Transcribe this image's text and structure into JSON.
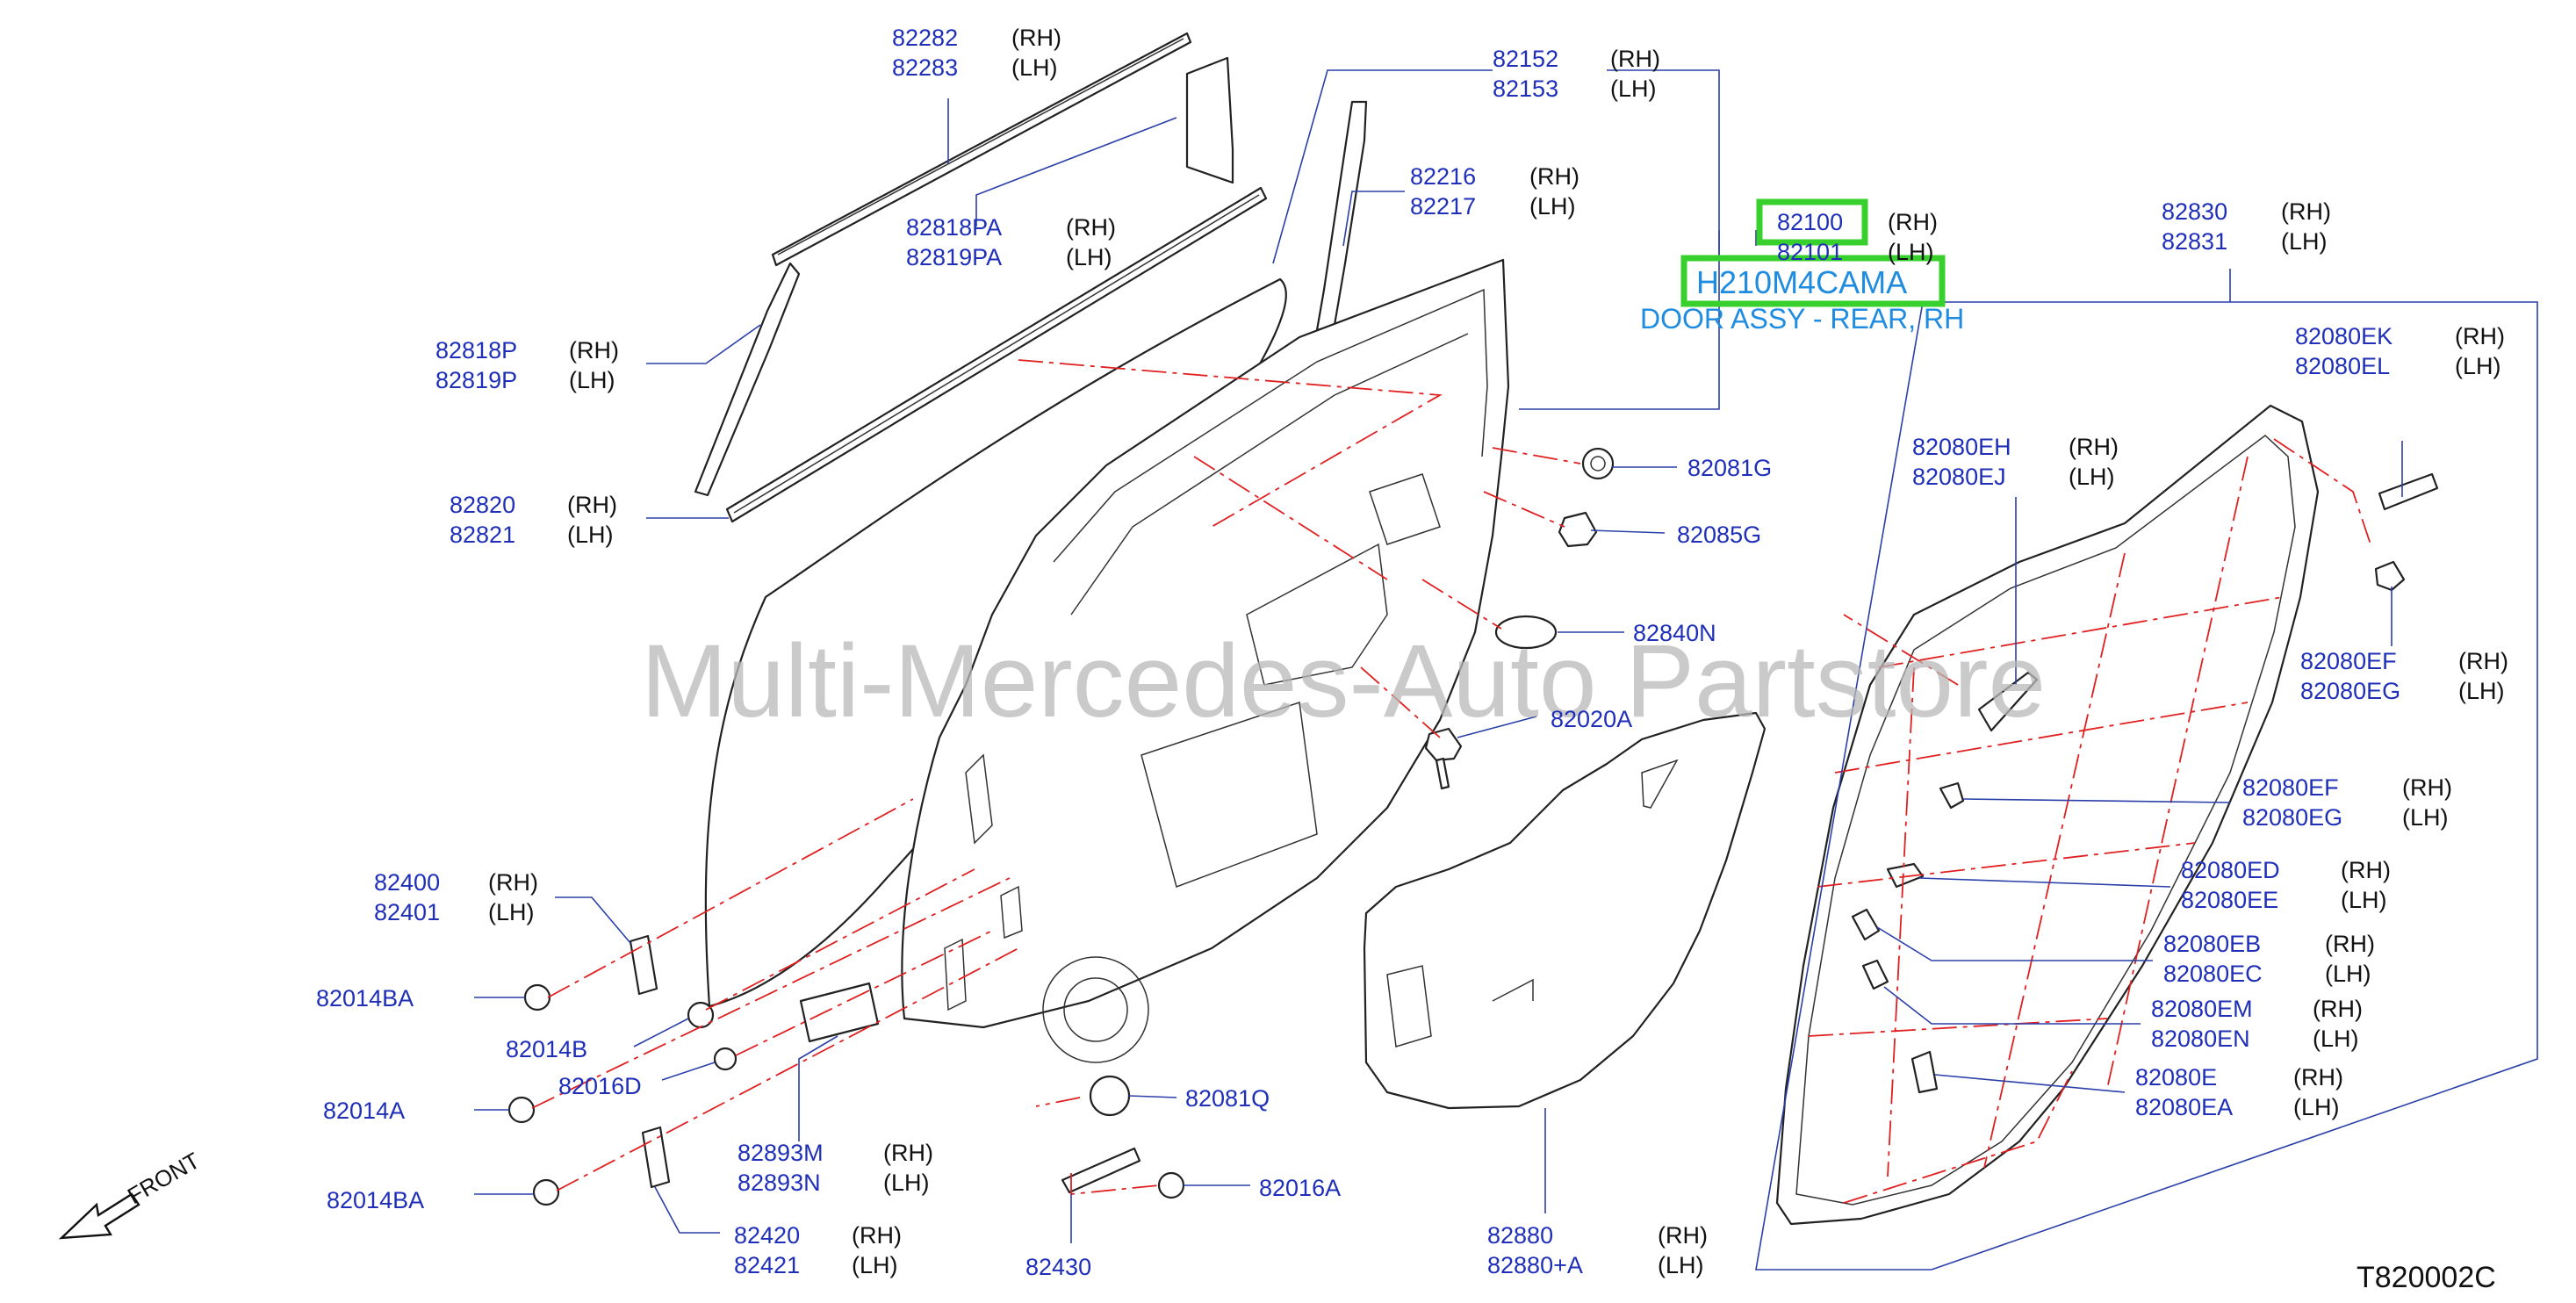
{
  "highlight": {
    "part_number": "H210M4CAMA",
    "description": "DOOR ASSY - REAR, RH"
  },
  "watermark": "Multi-Mercedes-Auto Partstore",
  "diagram_code": "T820002C",
  "front_label": "FRONT",
  "labels": [
    {
      "id": "l82282",
      "pn": "82282",
      "side": "(RH)"
    },
    {
      "id": "l82283",
      "pn": "82283",
      "side": "(LH)"
    },
    {
      "id": "l82152",
      "pn": "82152",
      "side": "(RH)"
    },
    {
      "id": "l82153",
      "pn": "82153",
      "side": "(LH)"
    },
    {
      "id": "l82216",
      "pn": "82216",
      "side": "(RH)"
    },
    {
      "id": "l82217",
      "pn": "82217",
      "side": "(LH)"
    },
    {
      "id": "l82100",
      "pn": "82100",
      "side": "(RH)"
    },
    {
      "id": "l82101",
      "pn": "82101",
      "side": "(LH)"
    },
    {
      "id": "l82830",
      "pn": "82830",
      "side": "(RH)"
    },
    {
      "id": "l82831",
      "pn": "82831",
      "side": "(LH)"
    },
    {
      "id": "l82818PA",
      "pn": "82818PA",
      "side": "(RH)"
    },
    {
      "id": "l82819PA",
      "pn": "82819PA",
      "side": "(LH)"
    },
    {
      "id": "l82818P",
      "pn": "82818P",
      "side": "(RH)"
    },
    {
      "id": "l82819P",
      "pn": "82819P",
      "side": "(LH)"
    },
    {
      "id": "l82820",
      "pn": "82820",
      "side": "(RH)"
    },
    {
      "id": "l82821",
      "pn": "82821",
      "side": "(LH)"
    },
    {
      "id": "l82080EK",
      "pn": "82080EK",
      "side": "(RH)"
    },
    {
      "id": "l82080EL",
      "pn": "82080EL",
      "side": "(LH)"
    },
    {
      "id": "l82080EH",
      "pn": "82080EH",
      "side": "(RH)"
    },
    {
      "id": "l82080EJ",
      "pn": "82080EJ",
      "side": "(LH)"
    },
    {
      "id": "l82081G",
      "pn": "82081G",
      "side": ""
    },
    {
      "id": "l82085G",
      "pn": "82085G",
      "side": ""
    },
    {
      "id": "l82840N",
      "pn": "82840N",
      "side": ""
    },
    {
      "id": "l82020A",
      "pn": "82020A",
      "side": ""
    },
    {
      "id": "l82080EF1",
      "pn": "82080EF",
      "side": "(RH)"
    },
    {
      "id": "l82080EG1",
      "pn": "82080EG",
      "side": "(LH)"
    },
    {
      "id": "l82080EF2",
      "pn": "82080EF",
      "side": "(RH)"
    },
    {
      "id": "l82080EG2",
      "pn": "82080EG",
      "side": "(LH)"
    },
    {
      "id": "l82080ED",
      "pn": "82080ED",
      "side": "(RH)"
    },
    {
      "id": "l82080EE",
      "pn": "82080EE",
      "side": "(LH)"
    },
    {
      "id": "l82080EB",
      "pn": "82080EB",
      "side": "(RH)"
    },
    {
      "id": "l82080EC",
      "pn": "82080EC",
      "side": "(LH)"
    },
    {
      "id": "l82080EM",
      "pn": "82080EM",
      "side": "(RH)"
    },
    {
      "id": "l82080EN",
      "pn": "82080EN",
      "side": "(LH)"
    },
    {
      "id": "l82080E",
      "pn": "82080E",
      "side": "(RH)"
    },
    {
      "id": "l82080EA",
      "pn": "82080EA",
      "side": "(LH)"
    },
    {
      "id": "l82400",
      "pn": "82400",
      "side": "(RH)"
    },
    {
      "id": "l82401",
      "pn": "82401",
      "side": "(LH)"
    },
    {
      "id": "l82014BA1",
      "pn": "82014BA",
      "side": ""
    },
    {
      "id": "l82014B",
      "pn": "82014B",
      "side": ""
    },
    {
      "id": "l82016D",
      "pn": "82016D",
      "side": ""
    },
    {
      "id": "l82014A",
      "pn": "82014A",
      "side": ""
    },
    {
      "id": "l82014BA2",
      "pn": "82014BA",
      "side": ""
    },
    {
      "id": "l82893M",
      "pn": "82893M",
      "side": "(RH)"
    },
    {
      "id": "l82893N",
      "pn": "82893N",
      "side": "(LH)"
    },
    {
      "id": "l82420",
      "pn": "82420",
      "side": "(RH)"
    },
    {
      "id": "l82421",
      "pn": "82421",
      "side": "(LH)"
    },
    {
      "id": "l82081Q",
      "pn": "82081Q",
      "side": ""
    },
    {
      "id": "l82016A",
      "pn": "82016A",
      "side": ""
    },
    {
      "id": "l82430",
      "pn": "82430",
      "side": ""
    },
    {
      "id": "l82880",
      "pn": "82880",
      "side": "(RH)"
    },
    {
      "id": "l82880A",
      "pn": "82880+A",
      "side": "(LH)"
    }
  ]
}
